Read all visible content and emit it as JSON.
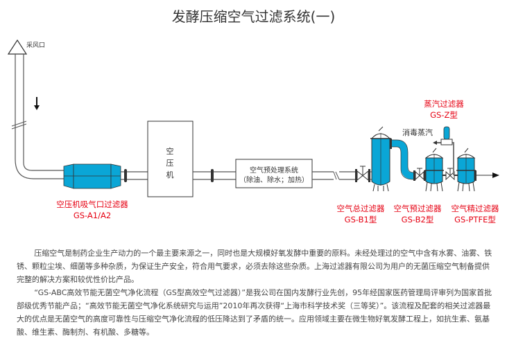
{
  "page": {
    "title": "发酵压缩空气过滤系统(一)"
  },
  "diagram": {
    "intake_label": "采风口",
    "compressor_label": "空压机",
    "pretreatment": {
      "line1": "空气预处理系统",
      "line2": "（除油、除水；加热）"
    },
    "steam_label": "消毒蒸汽",
    "components": [
      {
        "name": "空压机吸气口过滤器",
        "model": "GS-A1/A2"
      },
      {
        "name": "空气总过滤器",
        "model": "GS-B1型"
      },
      {
        "name": "空气预过滤器",
        "model": "GS-B2型"
      },
      {
        "name": "空气精过滤器",
        "model": "GS-PTFE型"
      },
      {
        "name": "蒸汽过滤器",
        "model": "GS-Z型"
      }
    ],
    "colors": {
      "filter_blue": "#0aa6d6",
      "label_red": "#e60012",
      "line": "#555555"
    }
  },
  "article": {
    "paragraphs": [
      "压缩空气是制药企业生产动力的一个最主要来源之一，同时也是大规模好氧发酵中重要的原料。未经处理过的空气中含有水雾、油雾、铁锈、颗粒尘埃、细菌等多种杂质，为保证生产安全，符合用气要求，必须去除这些杂质。上海过滤器有限公司为用户的无菌压缩空气制备提供完整的解决方案和较优性价比产品。",
      "“GS-ABC高效节能无菌空气净化流程（GS型高效空气过滤器）”是我公司在国内发酵行业先创，95年经国家医药管理局评审列为国家首批部级优秀节能产品；“高效节能无菌空气净化系统研究与运用”2010年再次获得“上海市科学技术奖（三等奖）”。该流程及配套的相关过滤器最大的优点是无菌空气的高度可靠性与压缩空气净化流程的低压降达到了矛盾的统一。应用领域主要在微生物好氧发酵工程上，如抗生素、氨基酸、维生素、酶制剂、有机酸、多糖等。"
    ]
  }
}
